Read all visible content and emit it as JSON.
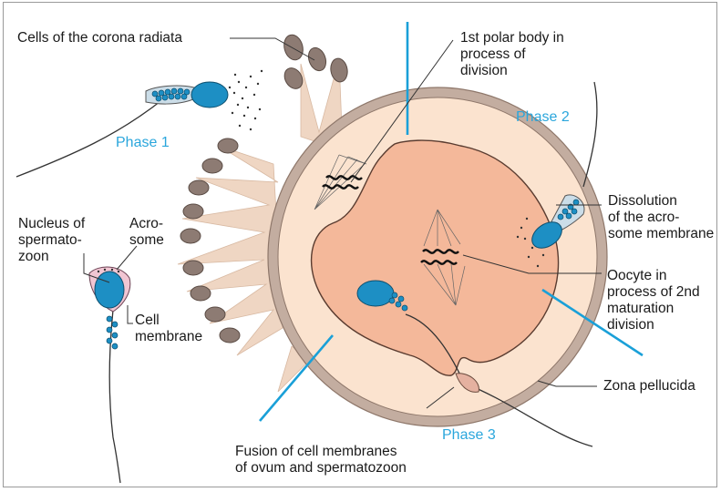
{
  "labels": {
    "corona": "Cells of the corona radiata",
    "polar_body": "1st polar body in\nprocess of\ndivision",
    "phase1": "Phase 1",
    "phase2": "Phase 2",
    "phase3": "Phase 3",
    "nucleus": "Nucleus of\nspermato-\nzoon",
    "acrosome": "Acro-\nsome",
    "cell_membrane": "Cell\nmembrane",
    "dissolution": "Dissolution\nof the acro-\nsome membrane",
    "oocyte": "Oocyte in\nprocess of 2nd\nmaturation\ndivision",
    "zona": "Zona pellucida",
    "fusion": "Fusion of cell membranes\nof ovum and spermatozoon"
  },
  "colors": {
    "phase_text": "#2aa6dc",
    "phase_line": "#1aa0d8",
    "sperm_head": "#1d8fc4",
    "zona": "#c3ada0",
    "perivitelline": "#fbe3cf",
    "ooplasm": "#f4b89a",
    "corona_cells": "#8d7b73",
    "corona_matrix": "#efd6c3"
  }
}
